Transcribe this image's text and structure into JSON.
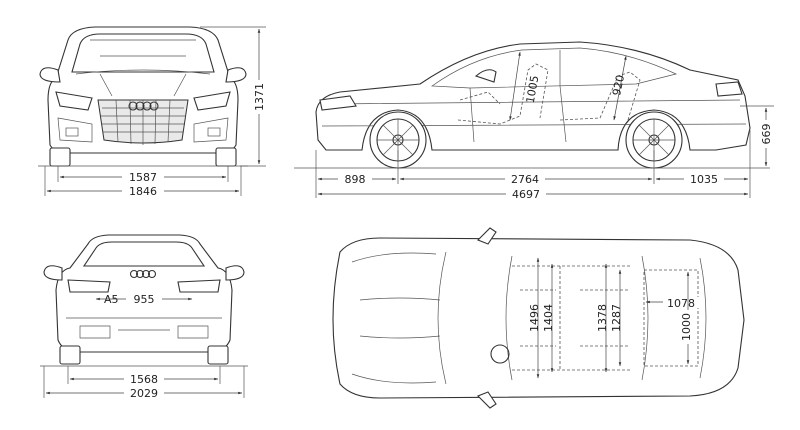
{
  "front_view": {
    "track_width": "1587",
    "overall_width": "1846",
    "height": "1371"
  },
  "side_view": {
    "front_overhang": "898",
    "wheelbase": "2764",
    "rear_overhang": "1035",
    "overall_length": "4697",
    "trunk_height": "669",
    "front_headroom": "1005",
    "rear_headroom": "920"
  },
  "rear_view": {
    "badge": "955",
    "track_width": "1568",
    "width_with_mirrors": "2029"
  },
  "top_view": {
    "front_shoulder_width": "1496",
    "front_elbow_width": "1404",
    "rear_shoulder_width": "1378",
    "rear_elbow_width": "1287",
    "trunk_length": "1078",
    "trunk_width": "1000"
  }
}
